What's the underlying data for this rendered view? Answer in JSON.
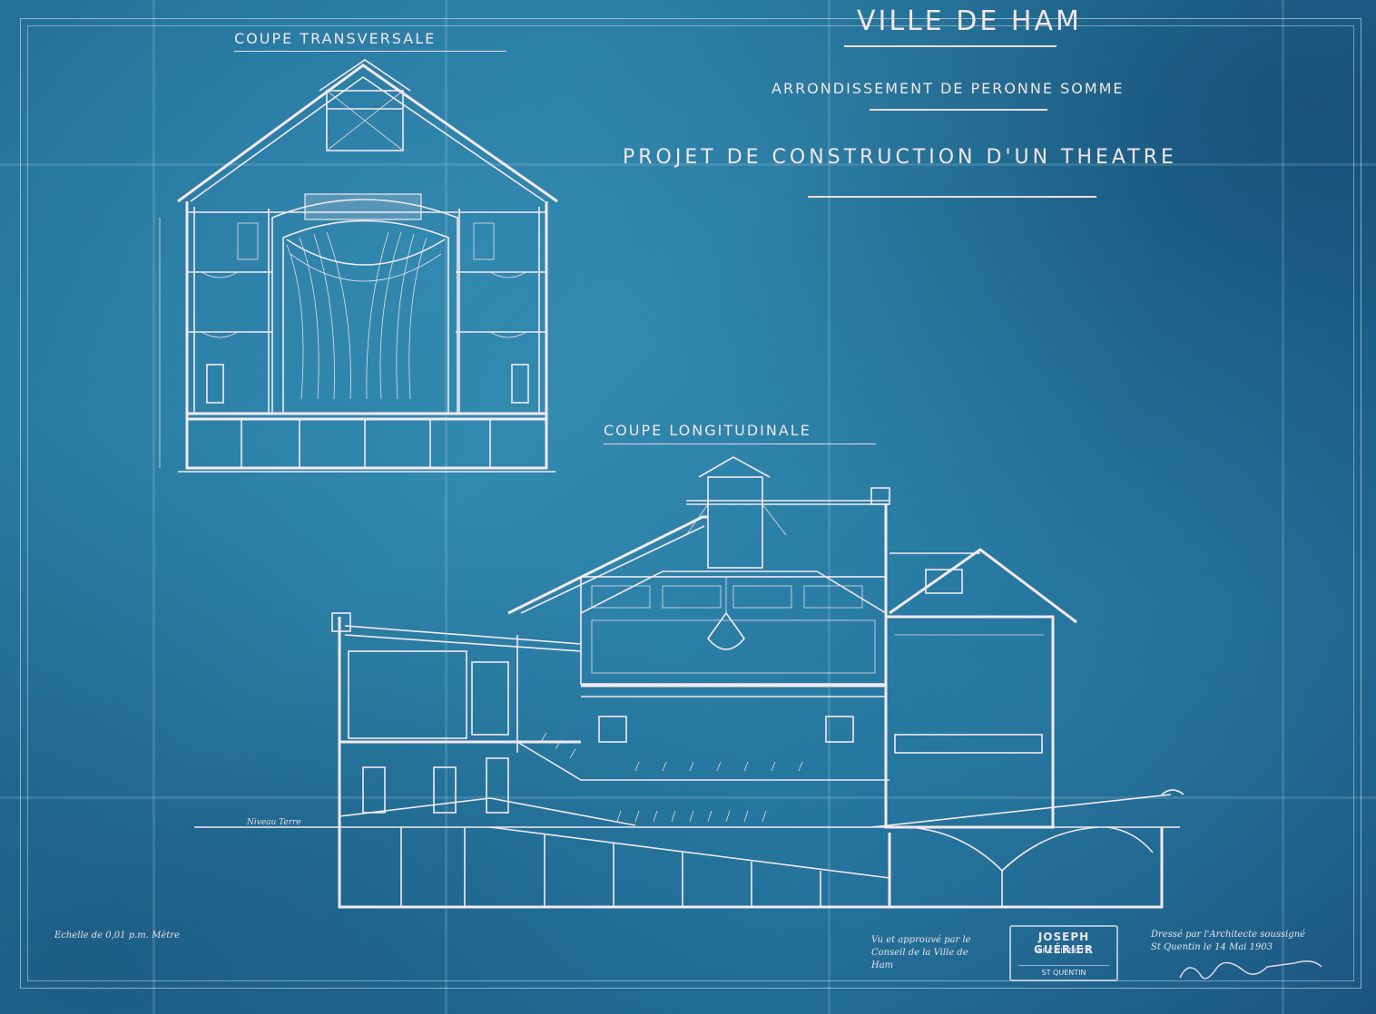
{
  "header": {
    "town": "VILLE DE HAM",
    "district": "ARRONDISSEMENT DE PERONNE SOMME",
    "project": "PROJET DE CONSTRUCTION D'UN THEATRE"
  },
  "sections": {
    "transverse_label": "COUPE TRANSVERSALE",
    "longitudinal_label": "COUPE LONGITUDINALE"
  },
  "annotations": {
    "scale": "Echelle de 0,01 p.m. Mètre",
    "ground_level": "Niveau Terre",
    "approval": "Vu et approuvé par le Conseil de la Ville de Ham",
    "drafted_by": "Dressé par l'Architecte soussigné St Quentin le 14 Mai 1903"
  },
  "stamp": {
    "name": "JOSEPH GUÉRIER",
    "title": "ARCHITECTE",
    "city": "ST QUENTIN"
  },
  "colors": {
    "paper": "#1f6a92",
    "ink": "#f4e9ee"
  }
}
